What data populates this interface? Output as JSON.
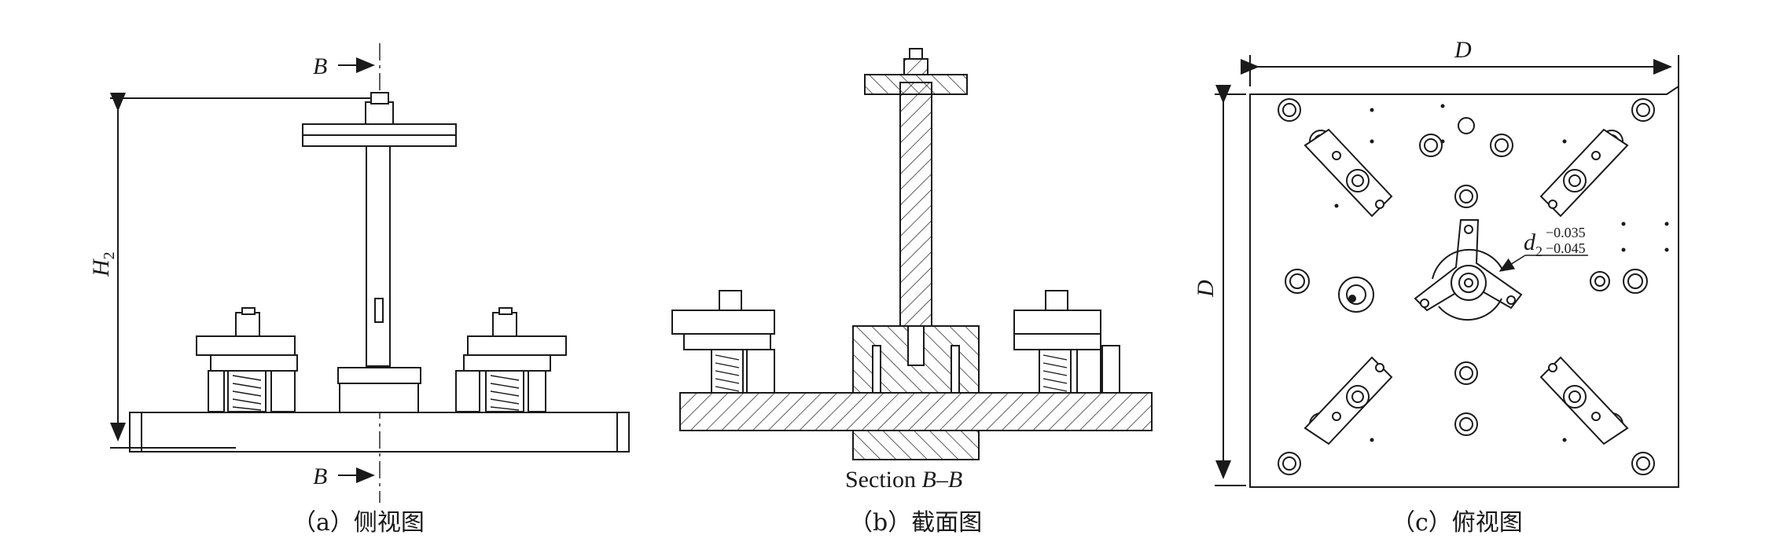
{
  "panel_a": {
    "caption": "（a）侧视图",
    "section_top_label": "B",
    "section_bottom_label": "B",
    "height_label": "H",
    "height_subscript": "2"
  },
  "panel_b": {
    "caption": "（b）截面图",
    "section_prefix": "Section ",
    "section_name": "B–B"
  },
  "panel_c": {
    "caption": "（c）俯视图",
    "width_label": "D",
    "height_label": "D",
    "diameter_label": "d",
    "diameter_sub": "2",
    "tol_upper": "−0.035",
    "tol_lower": "−0.045"
  }
}
